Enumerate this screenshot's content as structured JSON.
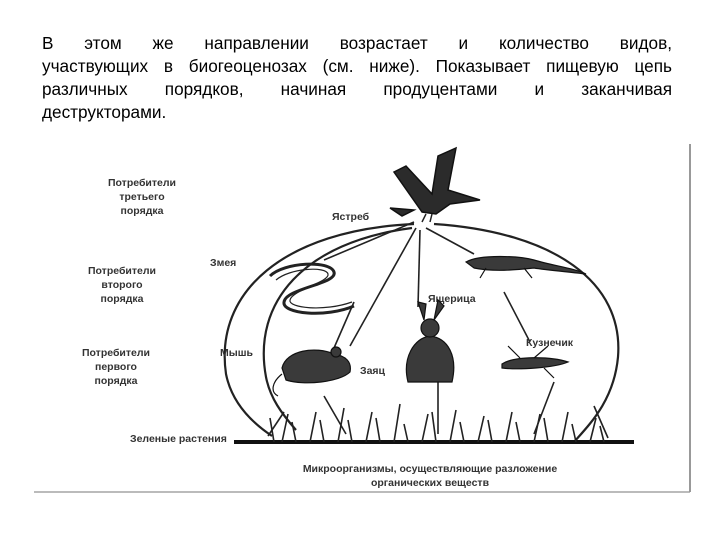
{
  "intro": {
    "lines": [
      "В этом же направлении возрастает и количество видов,",
      "участвующих в биогеоценозах (см. ниже). Показывает пищевую цепь",
      "различных  порядков, начиная продуцентами и заканчивая",
      "деструкторами."
    ]
  },
  "diagram": {
    "levels": {
      "third_order": [
        "Потребители",
        "третьего",
        "порядка"
      ],
      "second_order": [
        "Потребители",
        "второго",
        "порядка"
      ],
      "first_order": [
        "Потребители",
        "первого",
        "порядка"
      ]
    },
    "organisms": {
      "hawk": "Ястреб",
      "snake": "Змея",
      "lizard": "Ящерица",
      "mouse": "Мышь",
      "hare": "Заяц",
      "grasshopper": "Кузнечик",
      "plants": "Зеленые растения"
    },
    "microorganisms": [
      "Микроорганизмы, осуществляющие разложение",
      "органических веществ"
    ]
  }
}
